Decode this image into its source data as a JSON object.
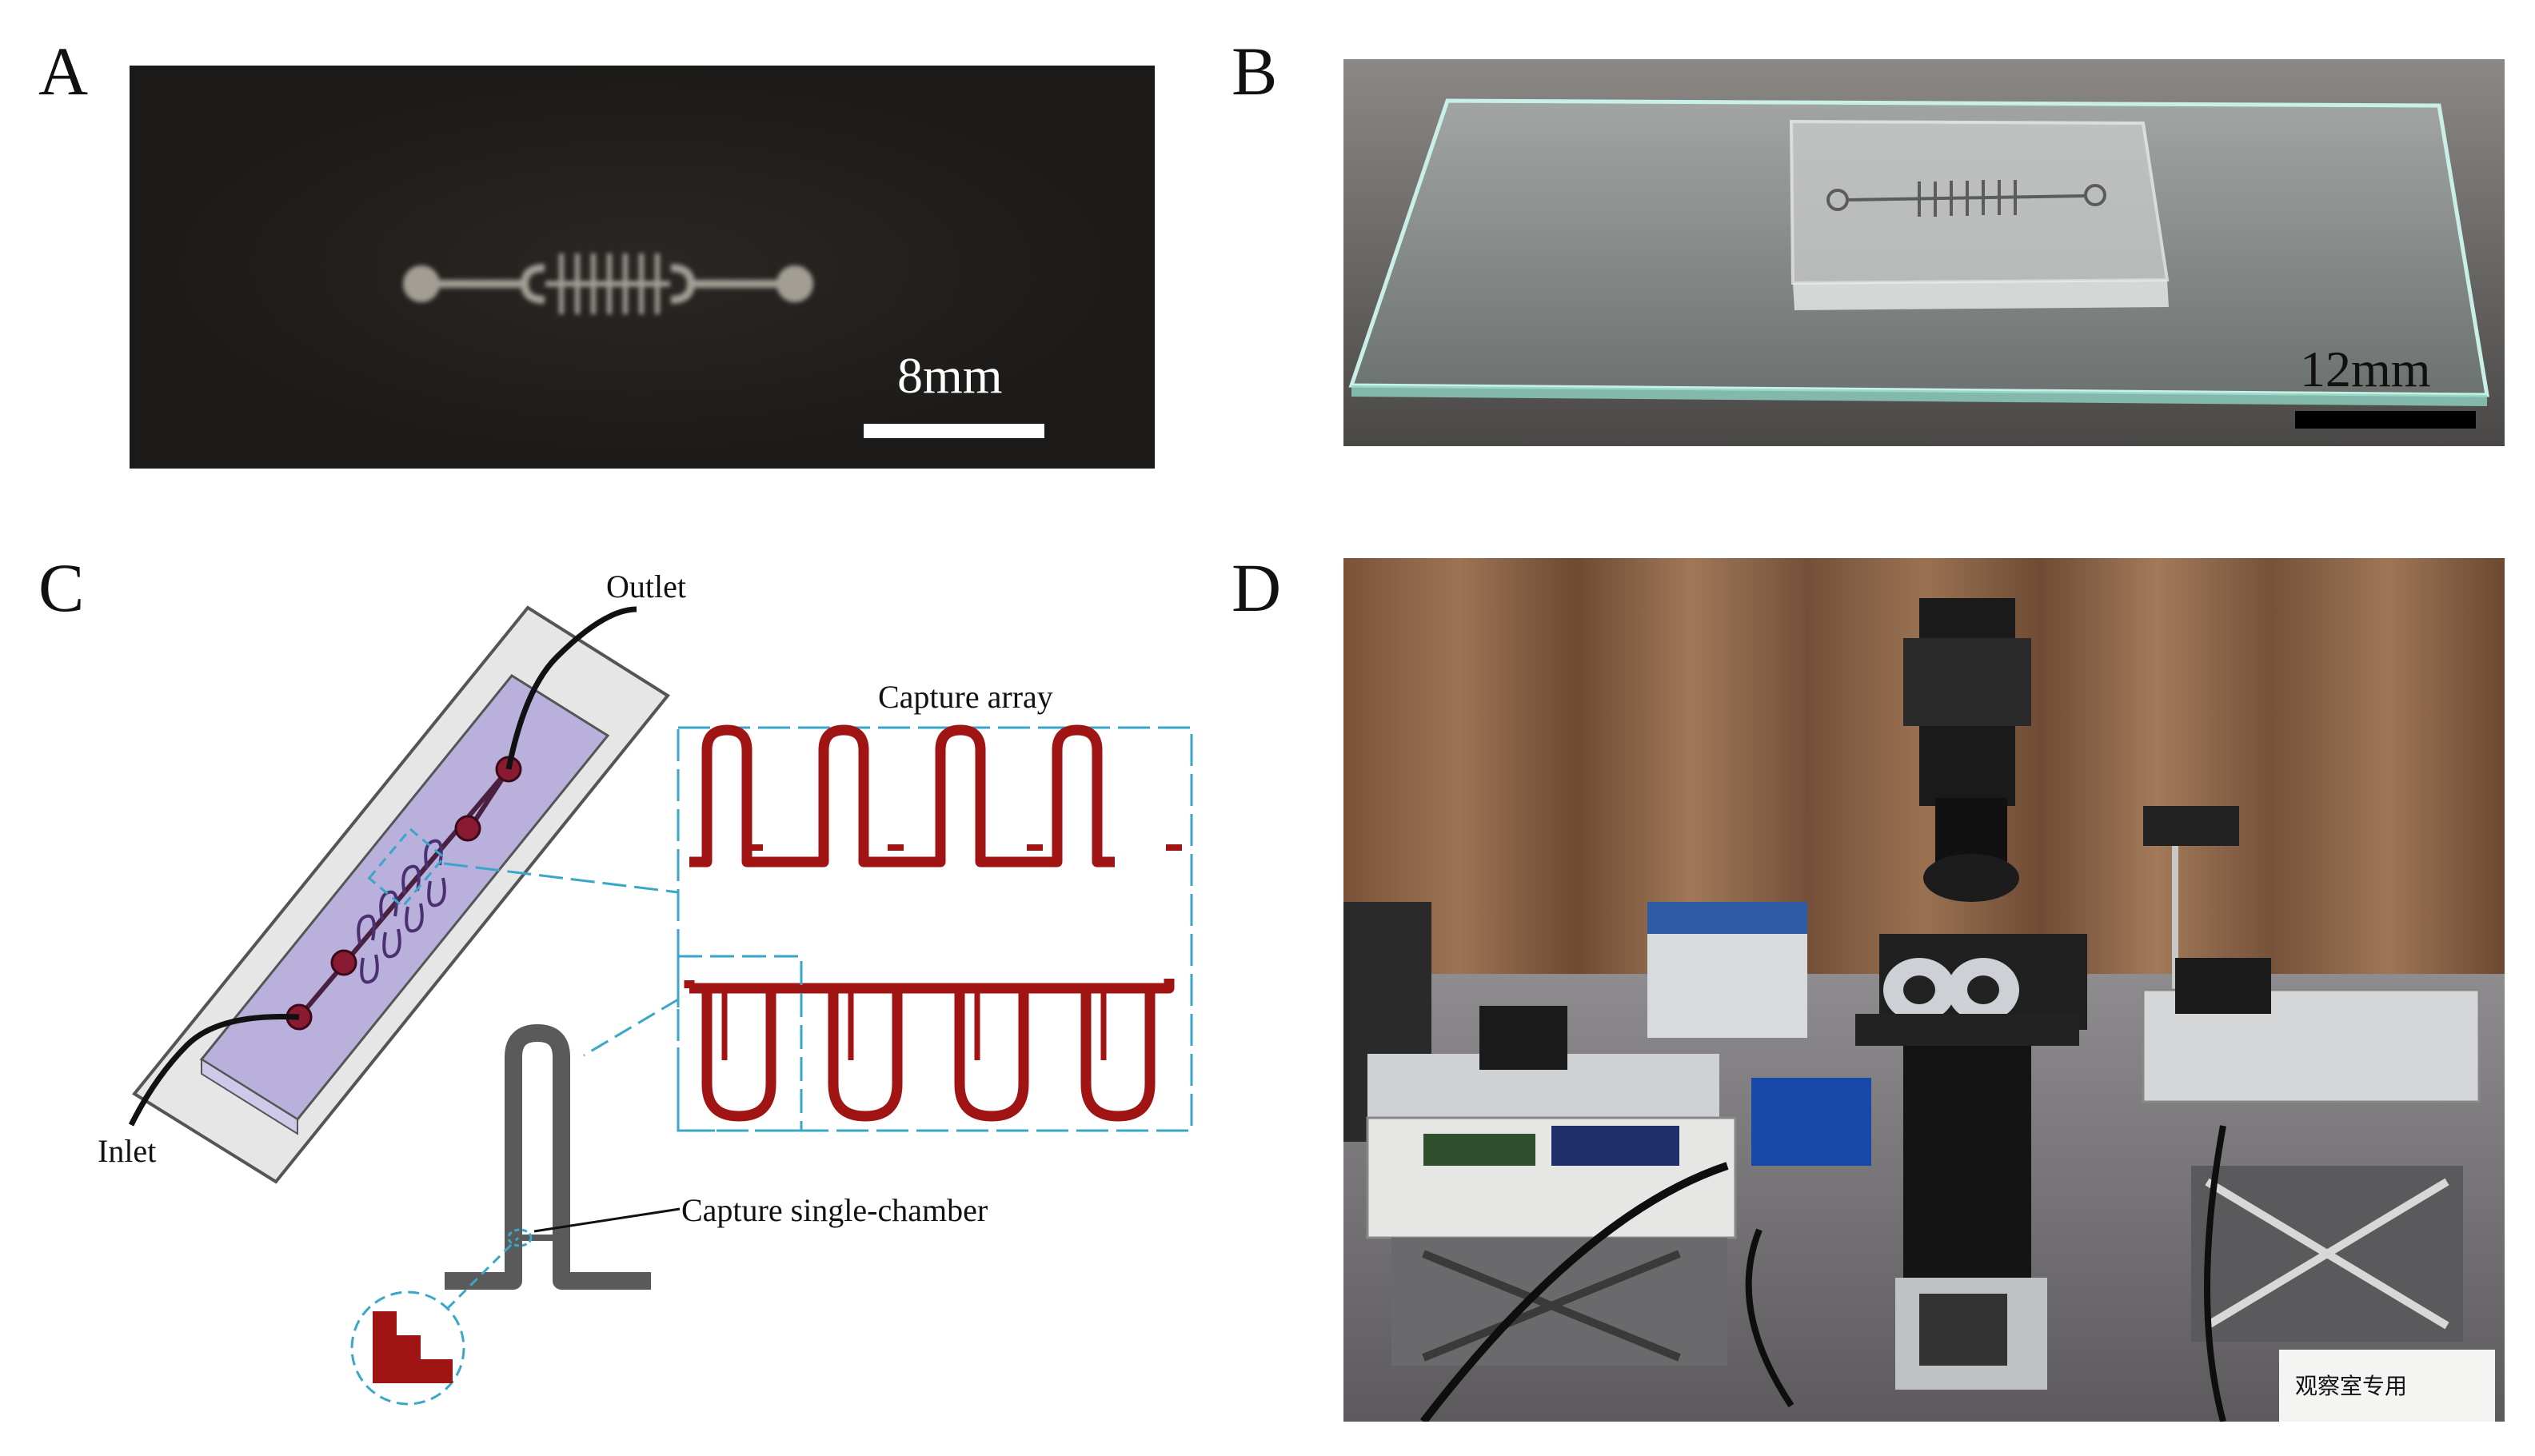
{
  "panels": {
    "a": {
      "letter": "A",
      "scale_bar_label": "8mm"
    },
    "b": {
      "letter": "B",
      "scale_bar_label": "12mm"
    },
    "c": {
      "letter": "C",
      "labels": {
        "outlet": "Outlet",
        "inlet": "Inlet",
        "capture_array": "Capture array",
        "capture_single_chamber": "Capture single-chamber"
      }
    },
    "d": {
      "letter": "D",
      "sign_text": "观察室专用"
    }
  },
  "colors": {
    "channel_red": "#a01414",
    "highlight_cyan": "#3aa6c8",
    "chamber_gray": "#5a5a5a",
    "chip_purple": "#b9b0dc",
    "curtain_brown": "#8a6446"
  }
}
